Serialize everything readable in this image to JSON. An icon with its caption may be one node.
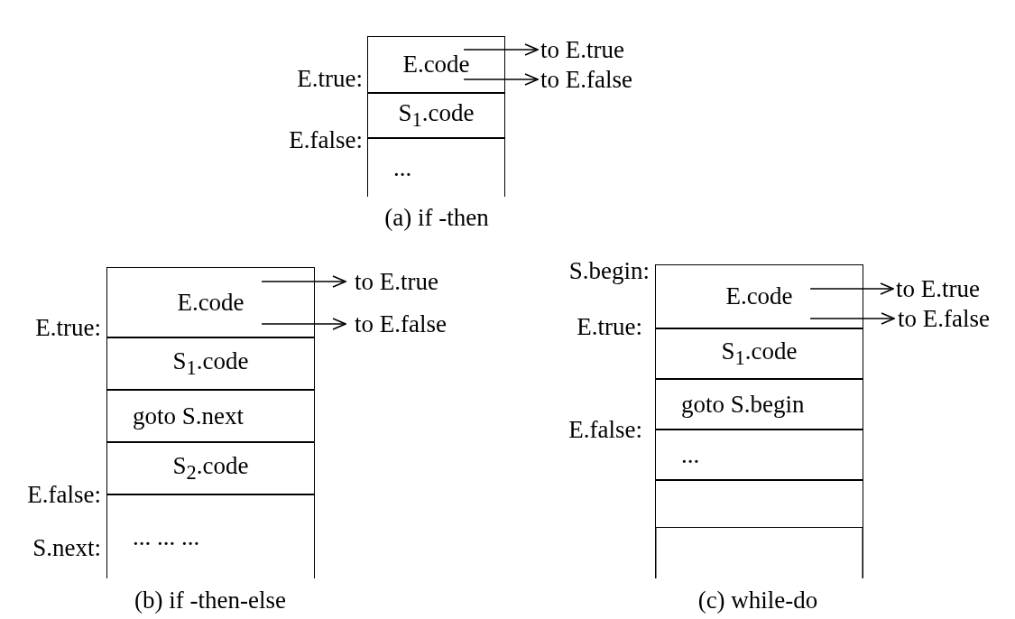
{
  "diagram": {
    "nodes": [
      {
        "text": [
          "E.code"
        ]
      },
      {
        "text": [
          "S$_{1}$.code"
        ]
      },
      {
        "text": [
          "..."
        ]
      },
      {
        "text": [
          "to E.true"
        ]
      },
      {
        "text": [
          "to E.false"
        ]
      },
      {
        "text": [
          "E.code"
        ]
      },
      {
        "text": [
          "S$_{1}$.code"
        ]
      },
      {
        "text": [
          "goto S.next"
        ]
      },
      {
        "text": [
          "S$_{2}$.code"
        ]
      },
      {
        "text": [
          "... ... ..."
        ]
      },
      {
        "text": [
          "to E.true"
        ]
      },
      {
        "text": [
          "to E.false"
        ]
      },
      {
        "text": [
          "E.code"
        ]
      },
      {
        "text": [
          "S$_{1}$.code"
        ]
      },
      {
        "text": [
          "goto S.begin"
        ]
      },
      {
        "text": [
          "..."
        ]
      },
      {
        "text": [],
        "shape": "box"
      },
      {
        "text": [
          "to E.true"
        ]
      },
      {
        "text": [
          "to E.false"
        ]
      }
    ],
    "edges": [
      {
        "from": 0,
        "to": 3,
        "arrow": "to"
      },
      {
        "from": 0,
        "to": 4,
        "arrow": "to"
      },
      {
        "from": 5,
        "to": 10,
        "arrow": "to"
      },
      {
        "from": 5,
        "to": 11,
        "arrow": "to"
      },
      {
        "from": 12,
        "to": 17,
        "arrow": "to"
      },
      {
        "from": 12,
        "to": 18,
        "arrow": "to"
      }
    ],
    "labels": [
      "E.true:",
      "E.false:",
      "(a) if -then",
      "E.true:",
      "E.false:",
      "S.next:",
      "(b) if -then-else",
      "S.begin:",
      "E.true:",
      "E.false:",
      "(c) while-do"
    ]
  }
}
